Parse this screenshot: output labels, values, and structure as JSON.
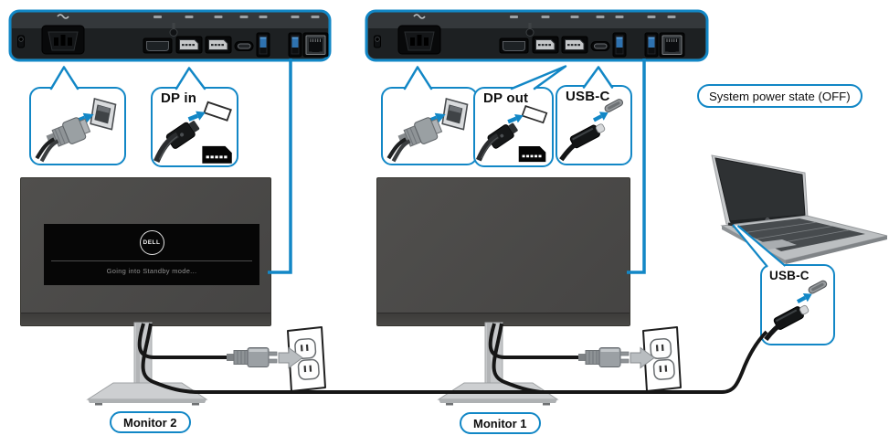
{
  "accent_blue": "#1287c6",
  "rear_panels": [
    {
      "name": "monitor-2-rear-panel",
      "ports": [
        "kensington-lock",
        "ac-power-inlet",
        "hdmi",
        "displayport-in",
        "displayport-out",
        "usb-c",
        "usb-a",
        "usb-a",
        "ethernet-rj45"
      ]
    },
    {
      "name": "monitor-1-rear-panel",
      "ports": [
        "kensington-lock",
        "ac-power-inlet",
        "hdmi",
        "displayport-in",
        "displayport-out",
        "usb-c",
        "usb-a",
        "usb-a",
        "ethernet-rj45"
      ]
    }
  ],
  "callouts": {
    "dp_in": {
      "label": "DP in"
    },
    "dp_out": {
      "label": "DP out"
    },
    "usb_c_monitor": {
      "label": "USB-C"
    },
    "usb_c_laptop": {
      "label": "USB-C"
    }
  },
  "labels": {
    "system_power_state": "System power state (OFF)",
    "monitor_2": "Monitor 2",
    "monitor_1": "Monitor 1"
  },
  "monitor_2_screen": {
    "logo_text": "DELL",
    "standby_message": "Going into Standby mode..."
  }
}
